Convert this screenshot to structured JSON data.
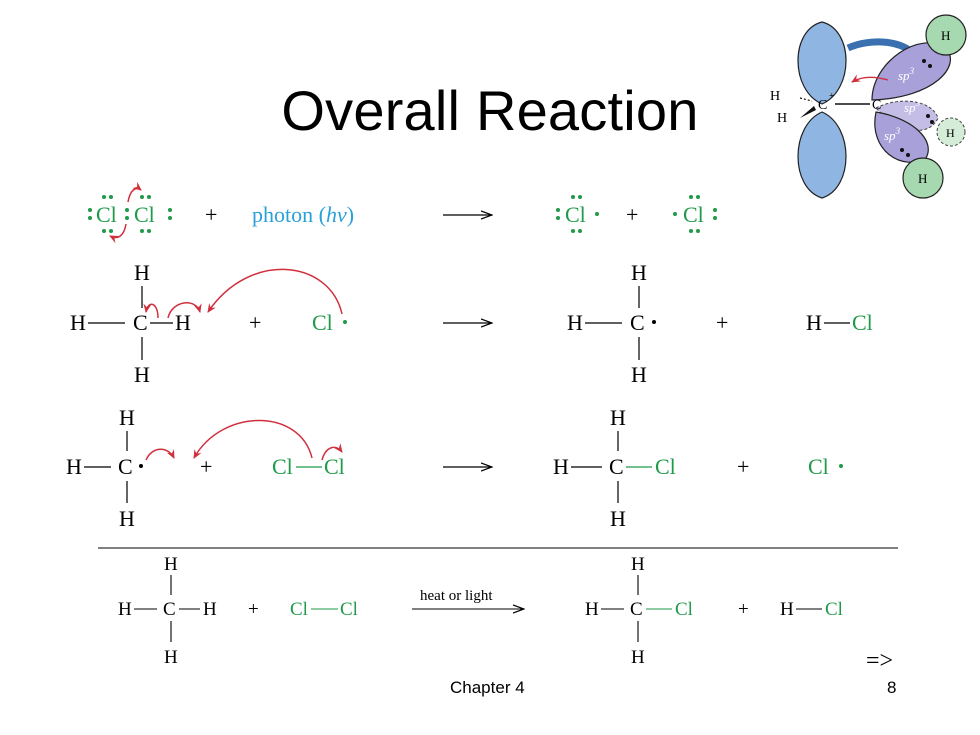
{
  "slide": {
    "title": "Overall Reaction",
    "footer_chapter": "Chapter 4",
    "page_number": "8",
    "next_arrow": "=>"
  },
  "colors": {
    "green": "#1f9a4a",
    "red_arrow": "#d0303e",
    "photon_blue": "#2aa0d8",
    "orbital_blue": "#8fb6e2",
    "orbital_purple": "#a8a0d8",
    "orbital_green": "#a6d9b0"
  },
  "labels": {
    "H": "H",
    "C": "C",
    "Cl": "Cl",
    "plus": "+",
    "arrow": "⟶",
    "photon_text": "photon (",
    "photon_hv": "hν",
    "photon_close": ")",
    "heat_or_light": "heat or light",
    "sp3": "sp",
    "sp3_sup": "3",
    "c_plus": "+"
  }
}
